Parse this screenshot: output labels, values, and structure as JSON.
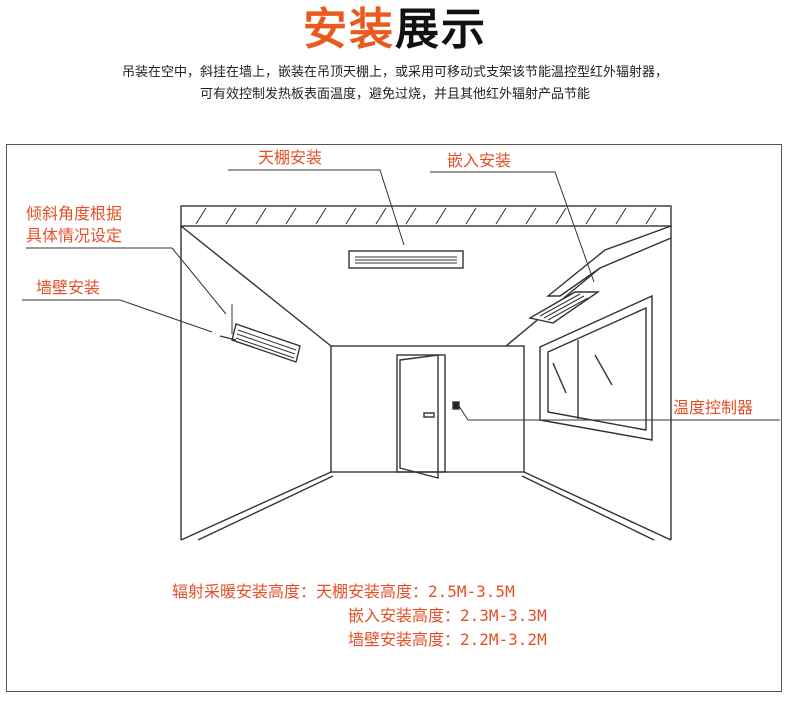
{
  "header": {
    "title_highlight": "安装",
    "title_rest": "展示",
    "subtitle_line1": "吊装在空中，斜挂在墙上，嵌装在吊顶天棚上，或采用可移动式支架该节能温控型红外辐射器，",
    "subtitle_line2": "可有效控制发热板表面温度，避免过烧，并且其他红外辐射产品节能"
  },
  "labels": {
    "ceiling": "天棚安装",
    "embedded": "嵌入安装",
    "tilt_line1": "倾斜角度根据",
    "tilt_line2": "具体情况设定",
    "wall": "墙壁安装",
    "controller": "温度控制器"
  },
  "specs": {
    "line1": "辐射采暖安装高度：天棚安装高度：2.5M-3.5M",
    "line2": "嵌入安装高度：2.3M-3.3M",
    "line3": "墙壁安装高度：2.2M-3.2M"
  },
  "colors": {
    "accent": "#e4502a",
    "title_accent": "#ea5a1e",
    "line": "#333333"
  }
}
